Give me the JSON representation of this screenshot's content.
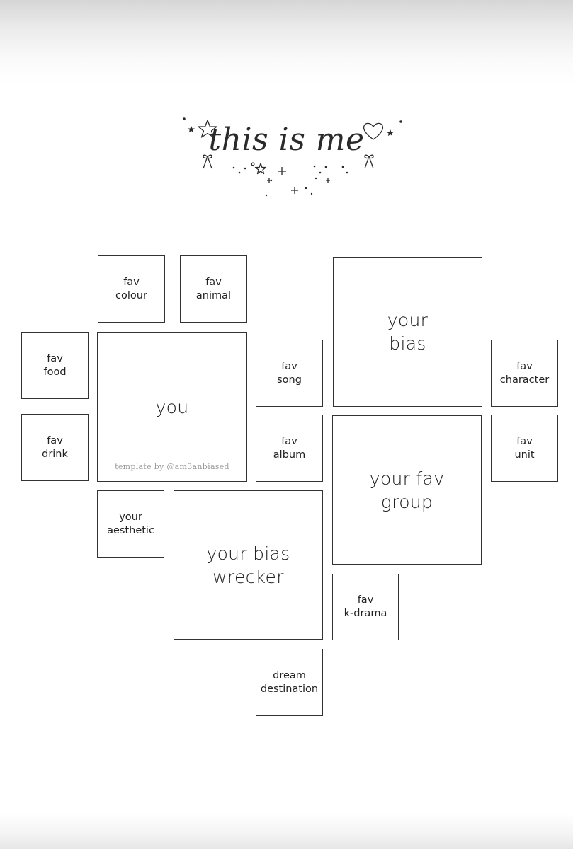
{
  "header": {
    "title": "this is me"
  },
  "boxes": {
    "fav_colour": "fav\ncolour",
    "fav_animal": "fav\nanimal",
    "your_bias": "your\nbias",
    "fav_food": "fav\nfood",
    "you": "you",
    "fav_song": "fav\nsong",
    "fav_character": "fav\ncharacter",
    "fav_drink": "fav\ndrink",
    "fav_album": "fav\nalbum",
    "your_fav_group": "your fav\ngroup",
    "fav_unit": "fav\nunit",
    "your_aesthetic": "your\naesthetic",
    "your_bias_wrecker": "your bias\nwrecker",
    "fav_kdrama": "fav\nk-drama",
    "dream_destination": "dream\ndestination"
  },
  "credit": "template by @am3anbiased"
}
